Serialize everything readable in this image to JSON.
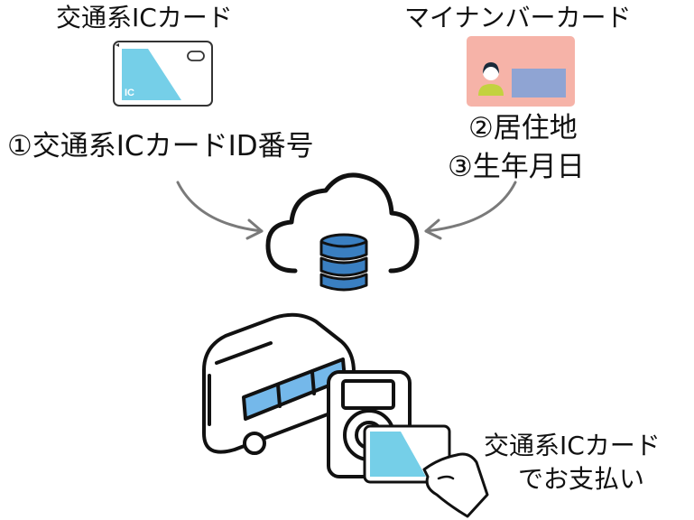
{
  "cards": {
    "ic_card_title": "交通系ICカード",
    "ic_card_chip_text": "IC",
    "mynumber_title": "マイナンバーカード"
  },
  "data_items": {
    "item1": "①交通系ICカードID番号",
    "item2": "②居住地",
    "item3": "③生年月日"
  },
  "payment": {
    "line1": "交通系ICカード",
    "line2": "でお支払い"
  },
  "colors": {
    "ic_card_fill": "#75cfe8",
    "mynumber_bg": "#f6b3a8",
    "mynumber_bar": "#8fa4d3",
    "database_blue": "#3a7fc1",
    "bus_window": "#74b8ea",
    "arrow_gray": "#7a7a7a"
  },
  "icons": [
    "ic-card-icon",
    "mynumber-card-icon",
    "cloud-icon",
    "database-icon",
    "bus-icon",
    "card-reader-icon",
    "hand-icon"
  ]
}
